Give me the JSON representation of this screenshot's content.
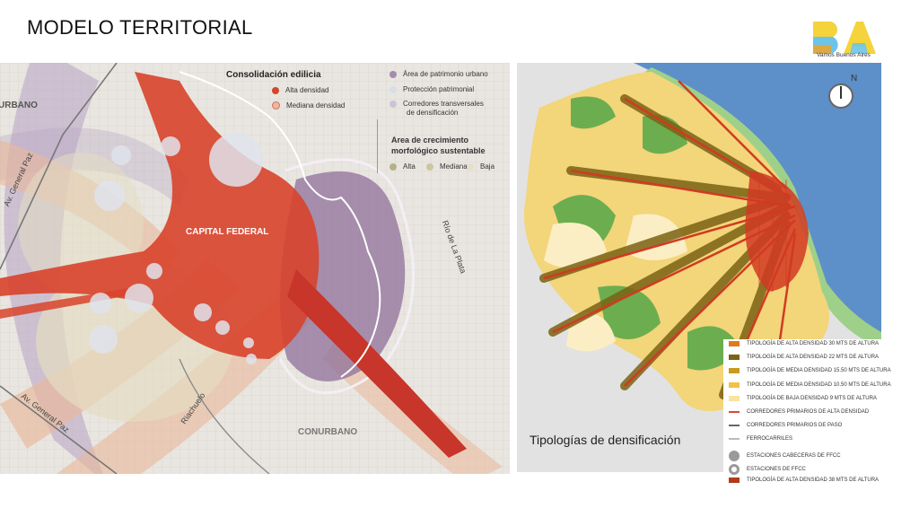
{
  "title": "MODELO TERRITORIAL",
  "logo": {
    "text": "BA",
    "subtitle": "Vamos Buenos Aires",
    "colors": [
      "#f5d33a",
      "#6cc5e8",
      "#f7a21a"
    ]
  },
  "left_map": {
    "labels": {
      "urbano": "URBANO",
      "capital": "CAPITAL FEDERAL",
      "conurbano": "CONURBANO",
      "riachuelo": "Riachuelo",
      "gralpaz_top": "Av. General Paz",
      "gralpaz_bottom": "Av. General Paz",
      "rio": "Río de La Plata"
    },
    "legend": {
      "consolidacion_title": "Consolidación edilicia",
      "alta": "Alta densidad",
      "mediana": "Mediana densidad",
      "patrimonio": "Área de patrimonio urbano",
      "proteccion": "Protección patrimonial",
      "corredores": "Corredores transversales",
      "corredores2": "de densificación",
      "crecimiento": "Area de crecimiento",
      "crecimiento2": "morfológico sustentable",
      "alta_short": "Alta",
      "mediana_short": "Mediana",
      "baja_short": "Baja"
    },
    "colors": {
      "alta": "#d8432b",
      "mediana": "#efb79a",
      "patrimonio": "#a58bb0",
      "proteccion": "#d9dde6",
      "corredores": "#c9c4d8"
    }
  },
  "right_map": {
    "caption": "Tipologías de densificación",
    "north": "N",
    "legend": [
      {
        "label": "TIPOLOGÍA DE ALTA DENSIDAD 30 MTS DE ALTURA",
        "color": "#e07a1f",
        "kind": "box"
      },
      {
        "label": "TIPOLOGÍA DE ALTA DENSIDAD 22 MTS DE ALTURA",
        "color": "#7a6314",
        "kind": "box"
      },
      {
        "label": "TIPOLOGÍA DE MEDIA DENSIDAD 15.50 MTS DE ALTURA",
        "color": "#c89b1d",
        "kind": "box"
      },
      {
        "label": "TIPOLOGÍA DE MEDIA DENSIDAD 10.50 MTS DE ALTURA",
        "color": "#f0c24a",
        "kind": "box"
      },
      {
        "label": "TIPOLOGÍA DE BAJA DENSIDAD 9 MTS DE ALTURA",
        "color": "#f8e3a0",
        "kind": "box"
      },
      {
        "label": "CORREDORES PRIMARIOS DE ALTA DENSIDAD",
        "color": "#d44a3a",
        "kind": "line"
      },
      {
        "label": "CORREDORES PRIMARIOS DE PASO",
        "color": "#666666",
        "kind": "line"
      },
      {
        "label": "FERROCARRILES",
        "color": "#bbbbbb",
        "kind": "dash"
      },
      {
        "label": "ESTACIONES CABECERAS DE FFCC",
        "color": "#9a9a9a",
        "kind": "bigdot"
      },
      {
        "label": "ESTACIONES DE FFCC",
        "color": "#9a9a9a",
        "kind": "ring"
      },
      {
        "label": "TIPOLOGÍA DE ALTA DENSIDAD 38 MTS DE ALTURA",
        "color": "#b23a1c",
        "kind": "box"
      }
    ]
  }
}
